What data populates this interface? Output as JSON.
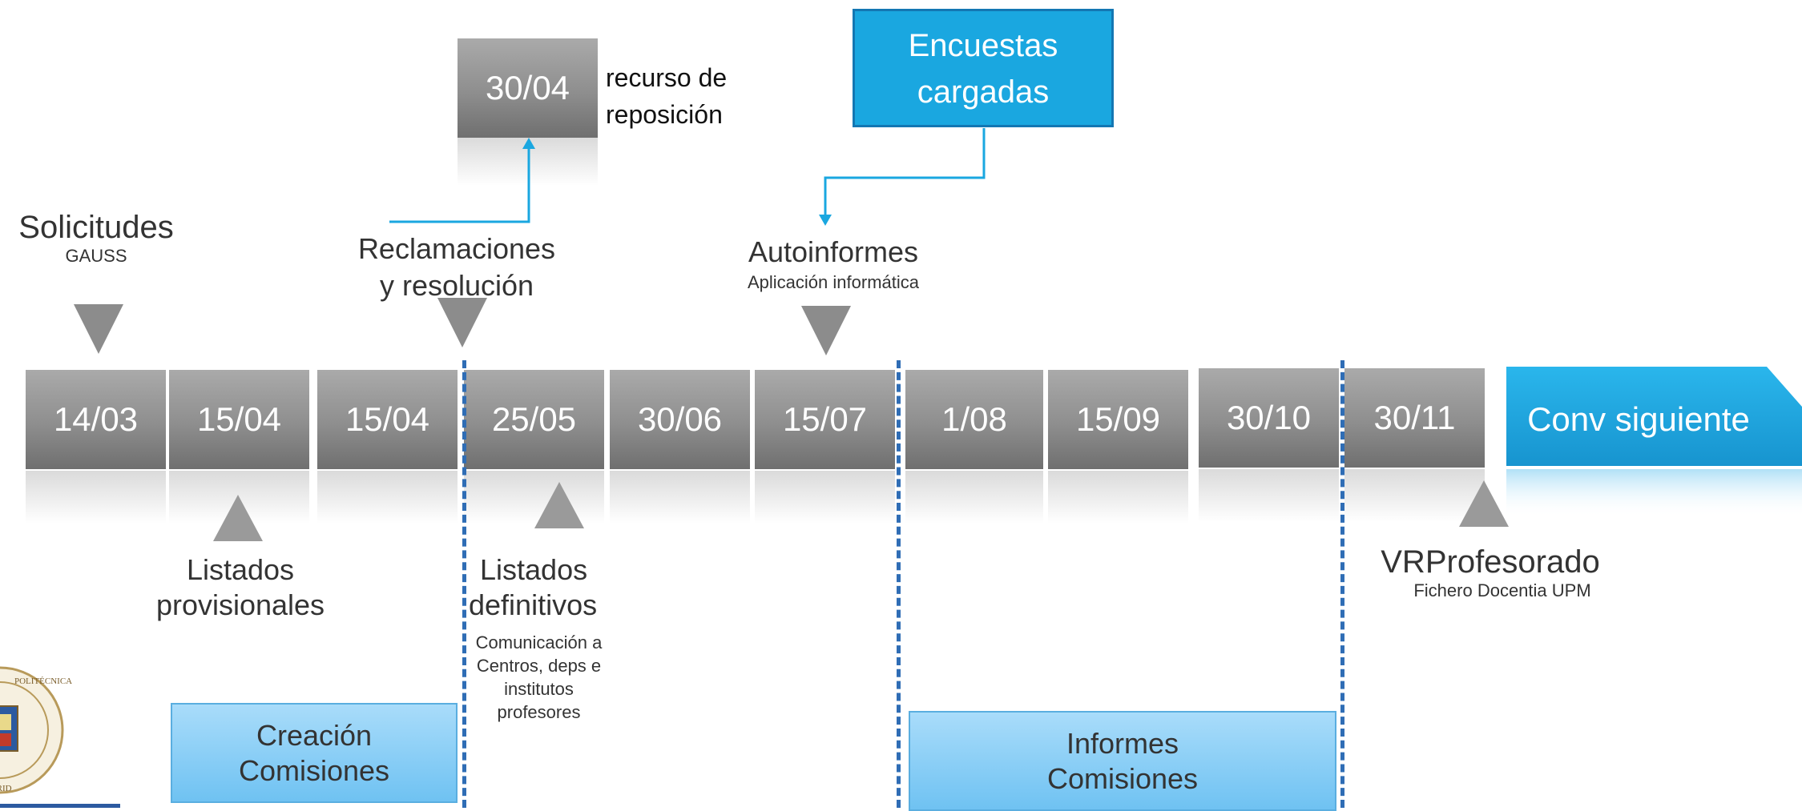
{
  "dates": [
    "14/03",
    "15/04",
    "15/04",
    "25/05",
    "30/06",
    "15/07",
    "1/08",
    "15/09",
    "30/10",
    "30/11"
  ],
  "next_call": "Conv siguiente",
  "appeal": {
    "date": "30/04",
    "label_line1": "recurso de",
    "label_line2": "reposición"
  },
  "surveys": {
    "line1": "Encuestas",
    "line2": "cargadas"
  },
  "events_top": [
    {
      "title": "Solicitudes",
      "subtitle": "GAUSS"
    },
    {
      "title_line1": "Reclamaciones",
      "title_line2": "y resolución"
    },
    {
      "title": "Autoinformes",
      "subtitle": "Aplicación informática"
    }
  ],
  "events_bottom": [
    {
      "title_line1": "Listados",
      "title_line2": "provisionales"
    },
    {
      "title_line1": "Listados",
      "title_line2": "definitivos",
      "note": [
        "Comunicación a",
        "Centros, deps e",
        "institutos",
        "profesores"
      ]
    },
    {
      "title": "VRProfesorado",
      "subtitle": "Fichero Docentia UPM"
    }
  ],
  "phases": [
    {
      "line1": "Creación",
      "line2": "Comisiones"
    },
    {
      "line1": "Informes",
      "line2": "Comisiones"
    }
  ],
  "logo": {
    "text_top": "POLITÉCNICA",
    "text_bottom": "MADRID"
  },
  "colors": {
    "accent": "#1aa7e0",
    "dash": "#2f6db5",
    "grey": "#8e8e8e"
  }
}
